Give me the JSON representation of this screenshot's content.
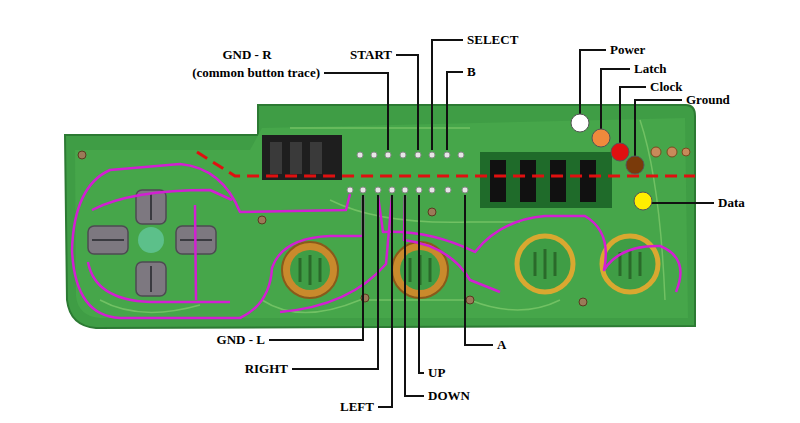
{
  "diagram": {
    "labels": [
      "GND - R",
      "(common button trace)",
      "START",
      "SELECT",
      "B",
      "Power",
      "Latch",
      "Clock",
      "Ground",
      "Data",
      "GND - L",
      "RIGHT",
      "LEFT",
      "DOWN",
      "UP",
      "A"
    ]
  }
}
